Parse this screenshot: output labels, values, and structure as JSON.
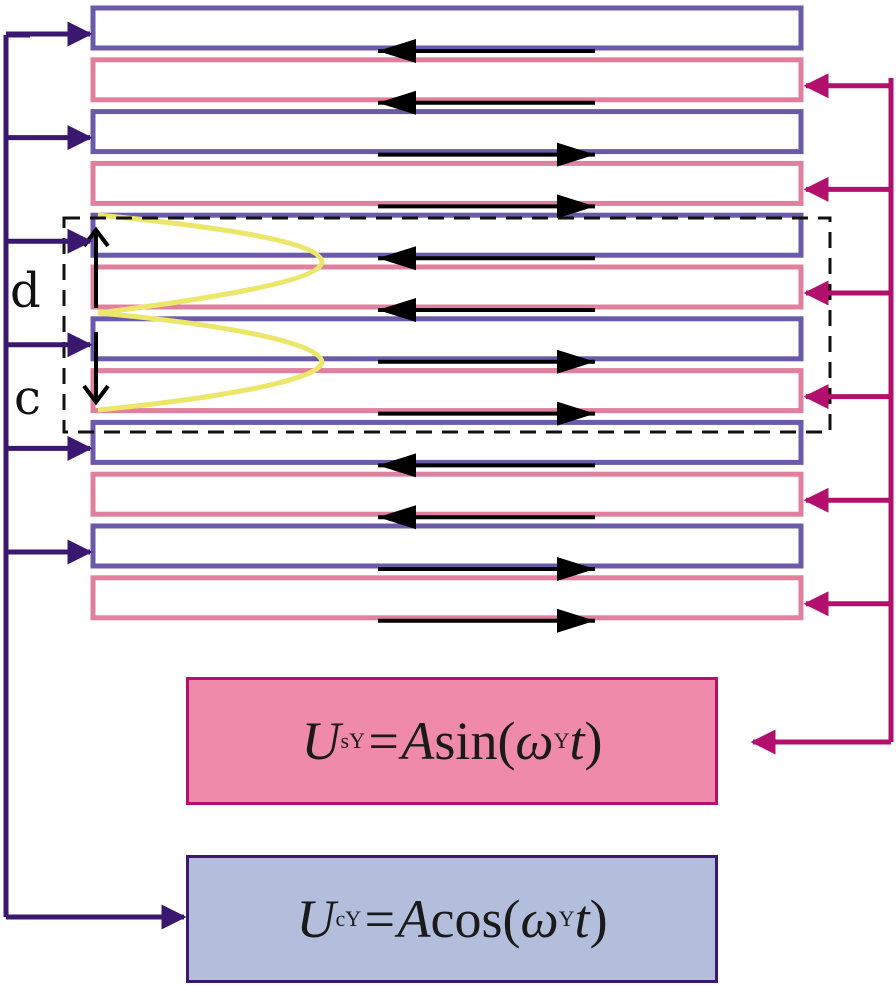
{
  "labels": {
    "d": "d",
    "c": "c"
  },
  "formulas": {
    "sin": {
      "var": "U",
      "sub": "sY",
      "eq": "=A",
      "fn": "sin(",
      "omega": "ω",
      "omega_sub": "Y",
      "t": "t",
      "close": ")"
    },
    "cos": {
      "var": "U",
      "sub": "cY",
      "eq": "=A",
      "fn": "cos(",
      "omega": "ω",
      "omega_sub": "Y",
      "t": "t",
      "close": ")"
    }
  },
  "colors": {
    "cos_line": "#3a1870",
    "sin_line": "#b3106e",
    "cos_bar_border": "#6a5aa8",
    "sin_bar_border": "#e0809e",
    "sin_box_fill": "#f08aab",
    "cos_box_fill": "#b2bedb",
    "field_curve": "#ece66a",
    "arrow": "#000000"
  },
  "electrodes": [
    {
      "type": "cos",
      "direction": "left"
    },
    {
      "type": "sin",
      "direction": "left"
    },
    {
      "type": "cos",
      "direction": "right"
    },
    {
      "type": "sin",
      "direction": "right"
    },
    {
      "type": "cos",
      "direction": "left"
    },
    {
      "type": "sin",
      "direction": "left"
    },
    {
      "type": "cos",
      "direction": "right"
    },
    {
      "type": "sin",
      "direction": "right"
    },
    {
      "type": "cos",
      "direction": "left"
    },
    {
      "type": "sin",
      "direction": "left"
    },
    {
      "type": "cos",
      "direction": "right"
    },
    {
      "type": "sin",
      "direction": "right"
    }
  ]
}
